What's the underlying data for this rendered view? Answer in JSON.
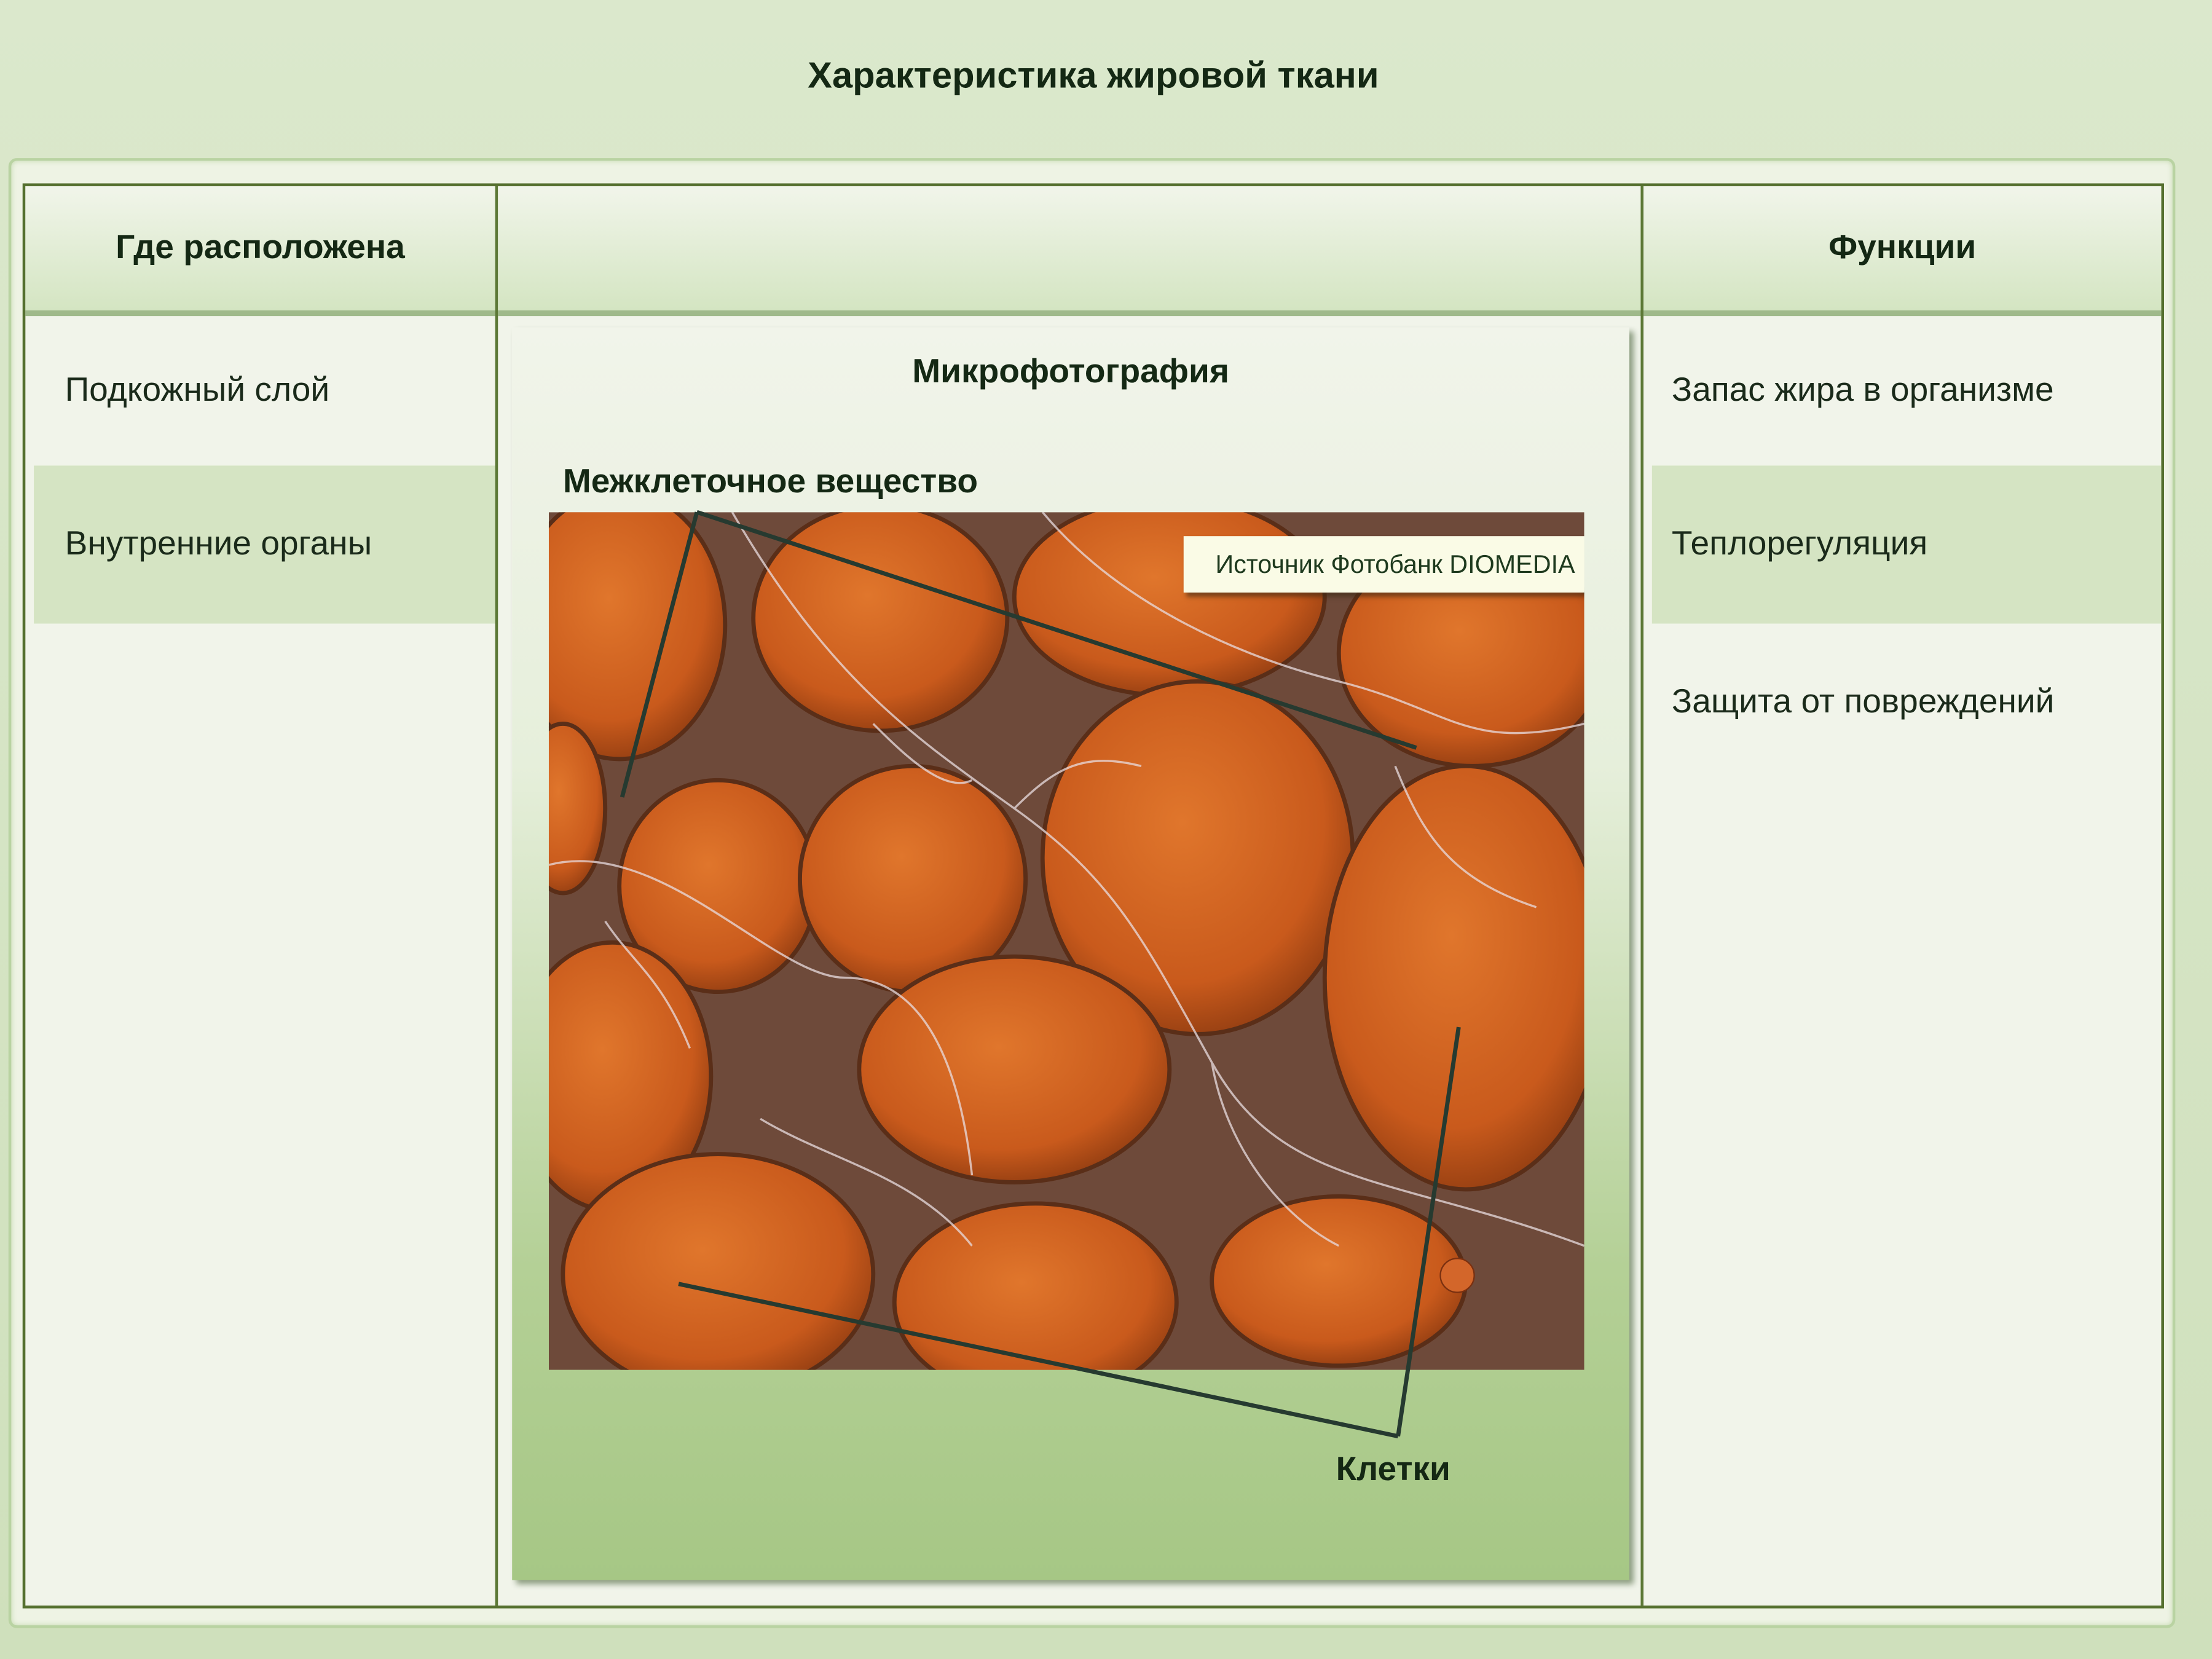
{
  "title": "Характеристика жировой ткани",
  "columns": {
    "location_header": "Где расположена",
    "functions_header": "Функции"
  },
  "locations": [
    "Подкожный слой",
    "Внутренние органы"
  ],
  "functions": [
    "Запас жира в организме",
    "Теплорегуляция",
    "Защита от повреждений"
  ],
  "micro": {
    "title": "Микрофотография",
    "label_matrix": "Межклеточное вещество",
    "label_cells": "Клетки",
    "credit": "Источник Фотобанк DIOMEDIA"
  },
  "colors": {
    "frame": "#55702f",
    "row_alt": "#d5e4c3",
    "text": "#142814"
  }
}
